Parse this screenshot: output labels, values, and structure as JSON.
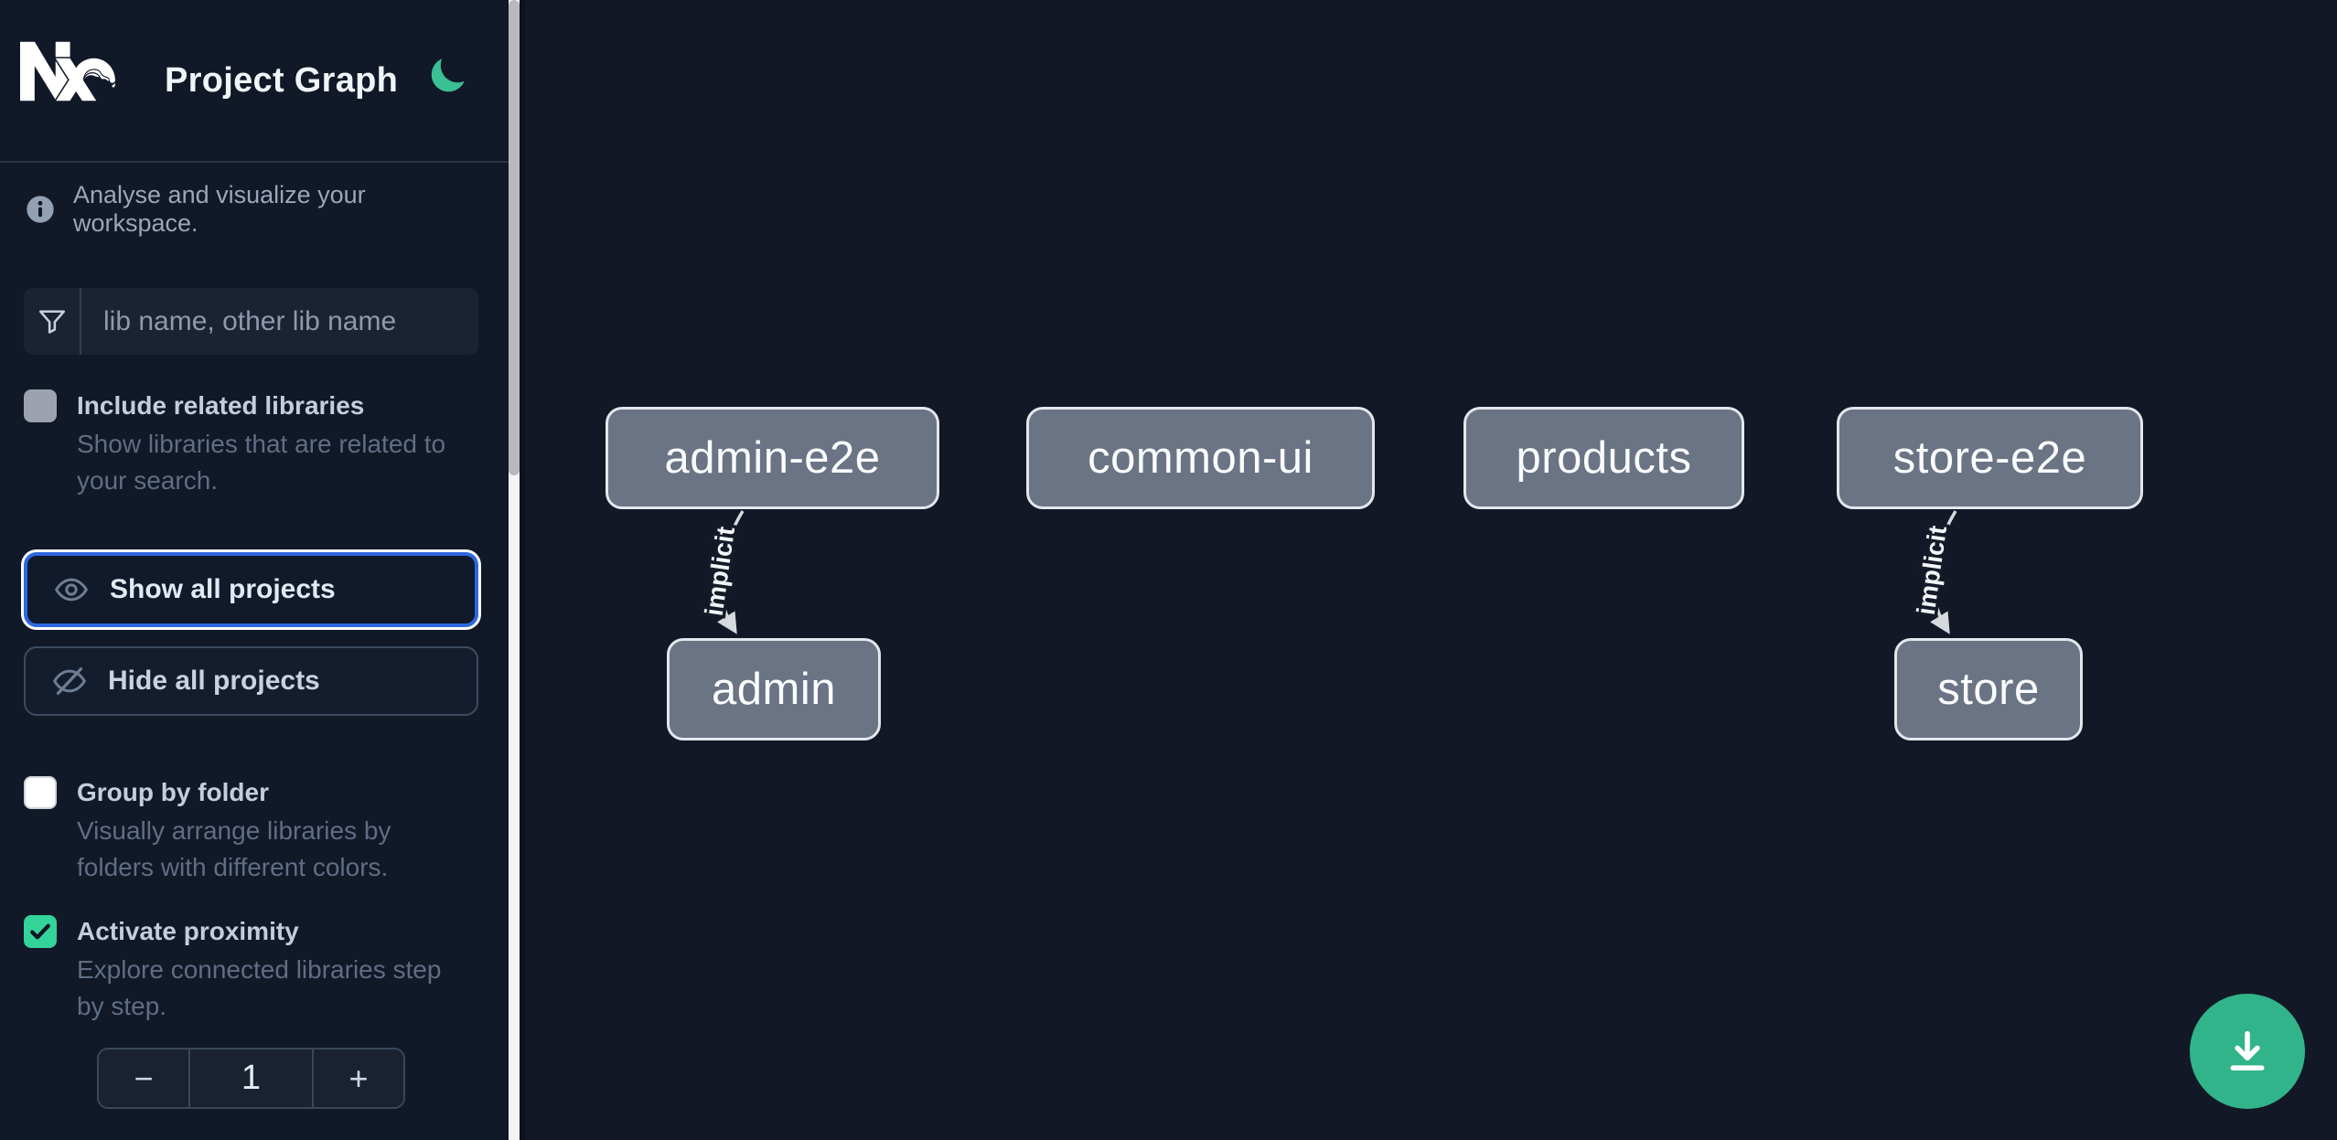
{
  "app": {
    "title": "Project Graph",
    "logo": "nx-logo",
    "theme_icon": "moon-icon"
  },
  "sidebar": {
    "tagline": "Analyse and visualize your workspace.",
    "search": {
      "placeholder": "lib name, other lib name",
      "icon": "filter-funnel-icon",
      "value": ""
    },
    "include_related": {
      "label": "Include related libraries",
      "description": "Show libraries that are related to your search.",
      "checked": false
    },
    "show_all": {
      "label": "Show all projects",
      "icon": "eye-icon",
      "focused": true
    },
    "hide_all": {
      "label": "Hide all projects",
      "icon": "eye-slash-icon"
    },
    "group_by_folder": {
      "label": "Group by folder",
      "description": "Visually arrange libraries by folders with different colors.",
      "checked": false
    },
    "activate_proximity": {
      "label": "Activate proximity",
      "description": "Explore connected libraries step by step.",
      "checked": true
    },
    "proximity_stepper": {
      "decrement_label": "−",
      "value": "1",
      "increment_label": "+"
    }
  },
  "graph": {
    "nodes": [
      {
        "label": "admin-e2e"
      },
      {
        "label": "common-ui"
      },
      {
        "label": "products"
      },
      {
        "label": "store-e2e"
      },
      {
        "label": "admin"
      },
      {
        "label": "store"
      }
    ],
    "edges": [
      {
        "source": "admin-e2e",
        "target": "admin",
        "label": "implicit",
        "type": "implicit"
      },
      {
        "source": "store-e2e",
        "target": "store",
        "label": "implicit",
        "type": "implicit"
      }
    ]
  },
  "fab": {
    "icon": "download-icon"
  },
  "colors": {
    "sidebar_bg": "#111827",
    "canvas_bg": "#121826",
    "accent_green": "#31b48a",
    "moon_green": "#3bbf95",
    "checkbox_checked": "#34d399",
    "focus_blue": "#2d68e0",
    "node_fill": "#6a7484",
    "node_border": "#e3e7ec",
    "edge_stroke": "#d6d9de"
  }
}
